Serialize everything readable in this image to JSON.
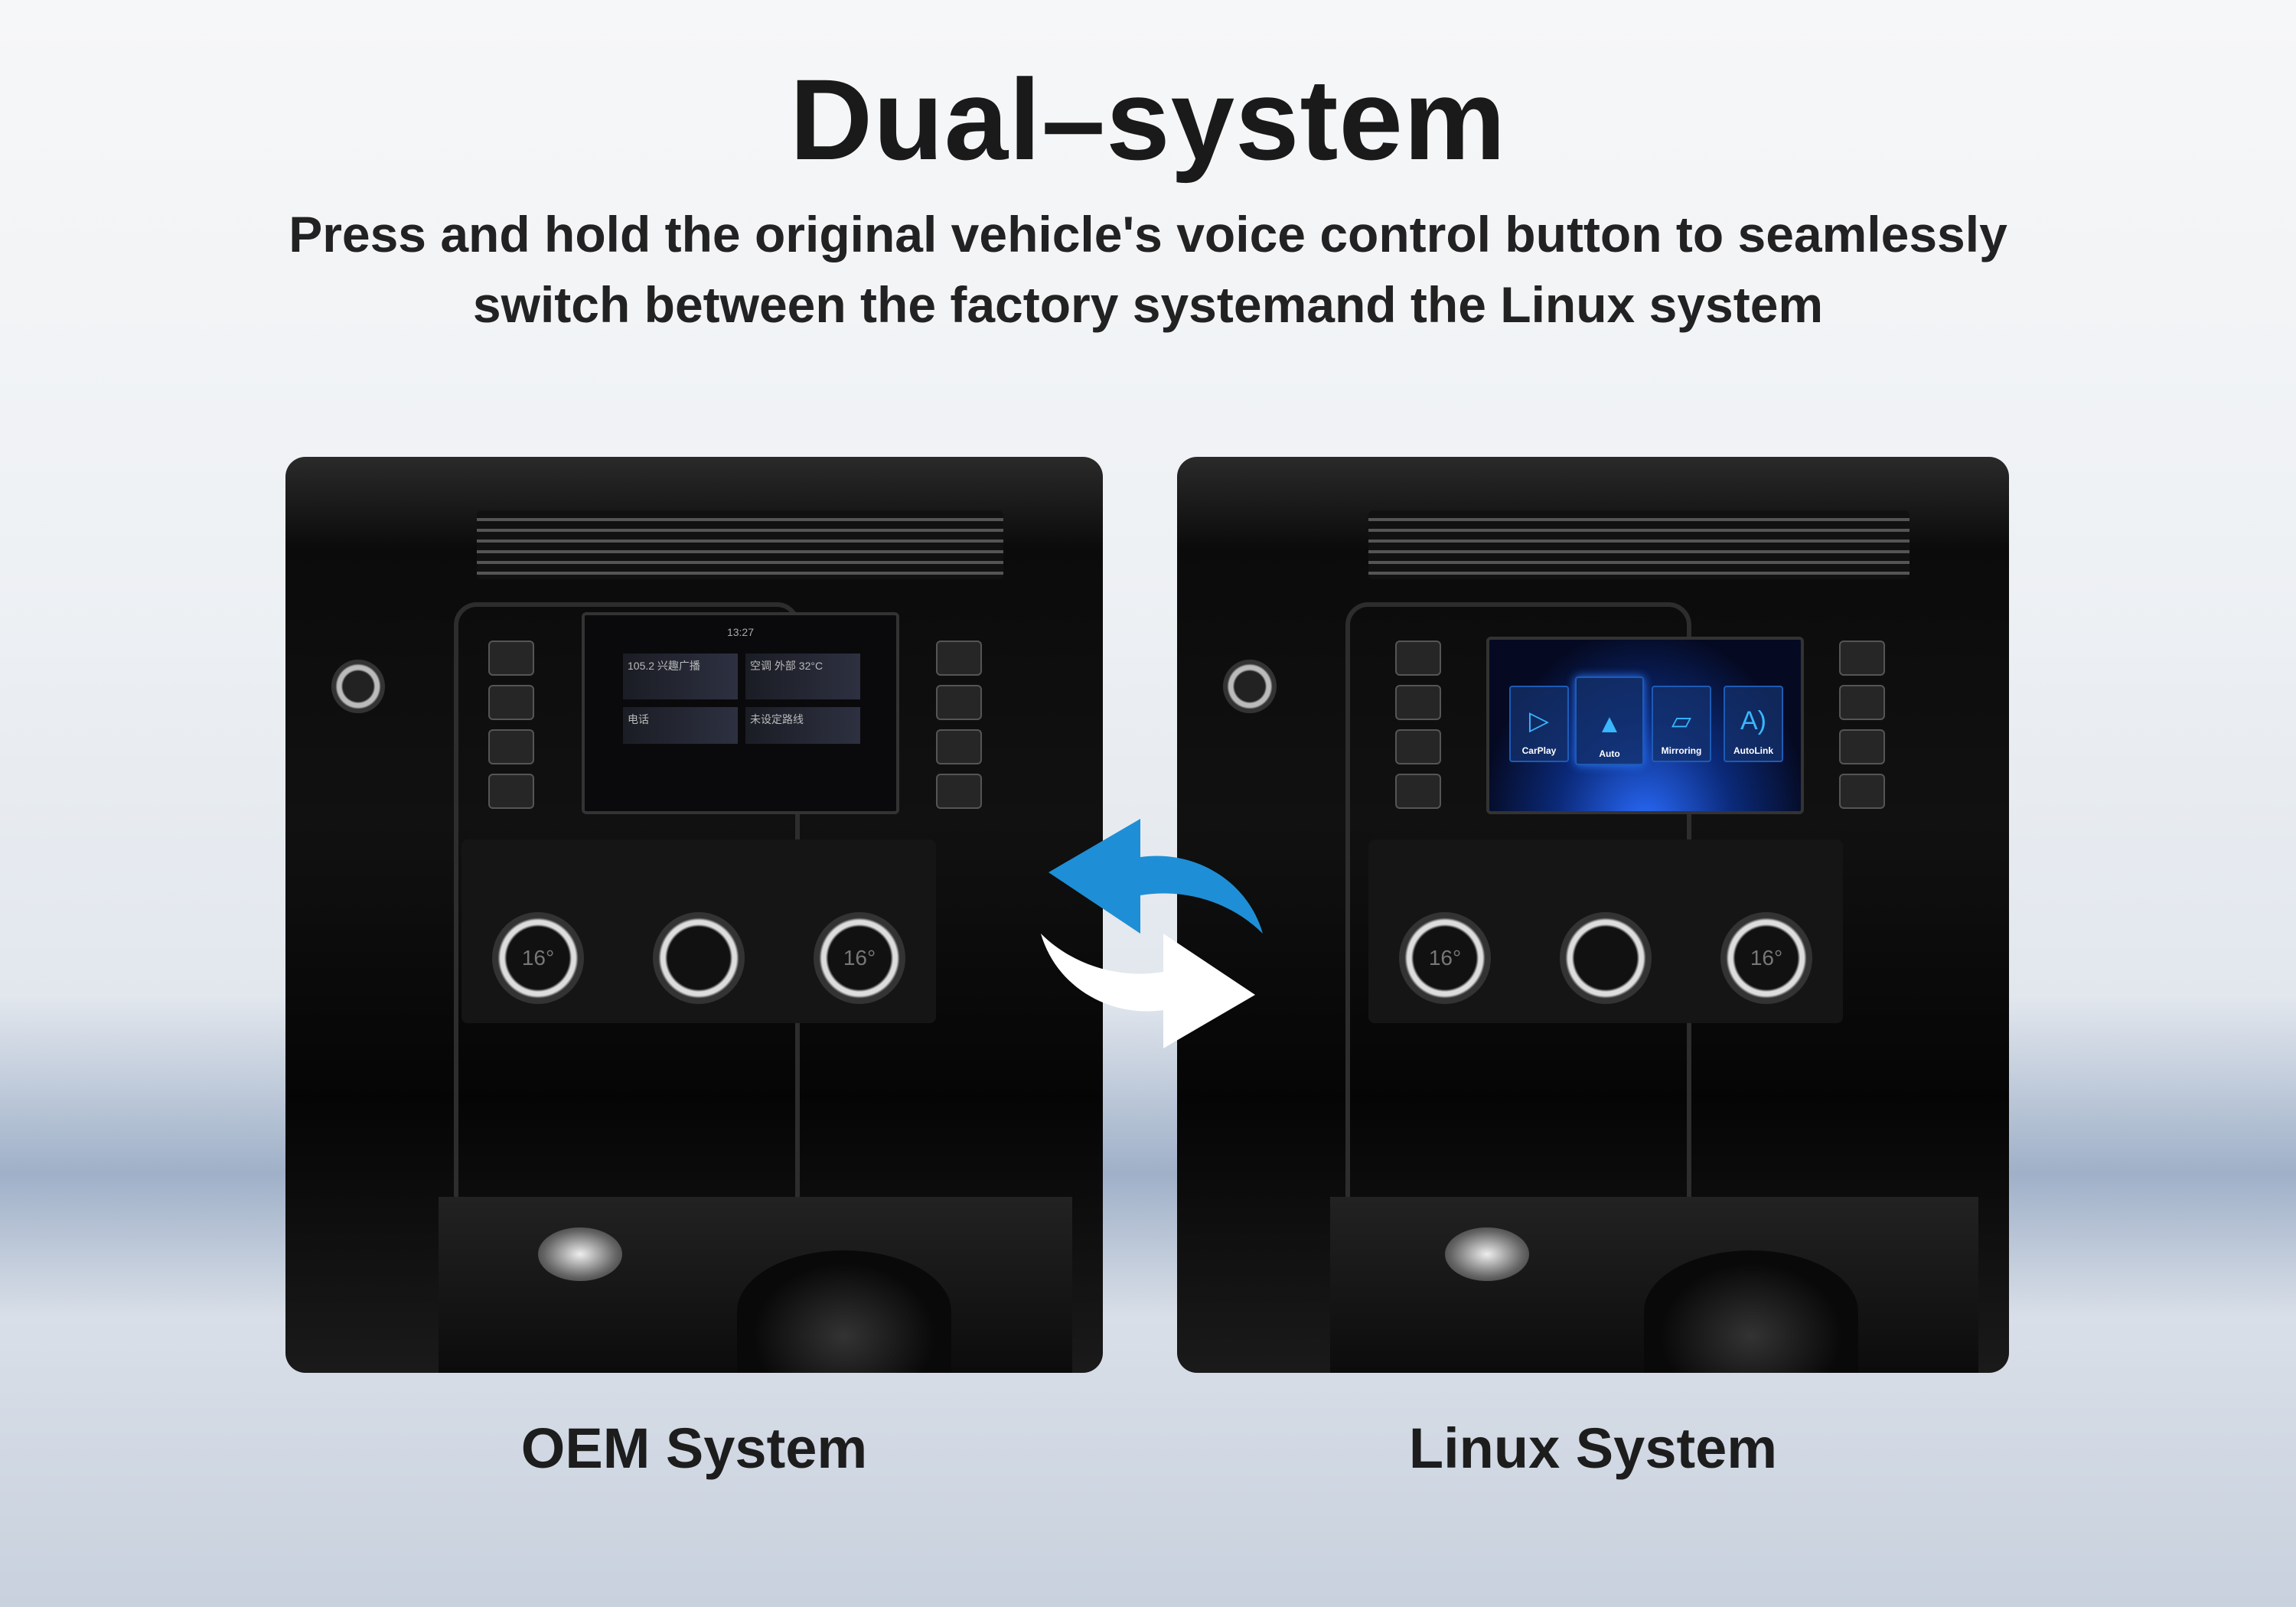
{
  "header": {
    "title": "Dual–system",
    "subtitle_line1": "Press and hold the original vehicle's voice control button to seamlessly",
    "subtitle_line2": "switch between the factory systemand the Linux system"
  },
  "panels": [
    {
      "caption": "OEM System",
      "screen": {
        "clock": "13:27",
        "radio": "105.2 兴趣广播",
        "climate": "空调 外部 32°C",
        "phone": "电话",
        "nav": "未设定路线"
      },
      "knob_temp": "16°"
    },
    {
      "caption": "Linux System",
      "apps": [
        {
          "label": "CarPlay",
          "icon": "carplay-icon"
        },
        {
          "label": "Auto",
          "icon": "android-auto-icon"
        },
        {
          "label": "Mirroring",
          "icon": "mirroring-icon"
        },
        {
          "label": "AutoLink",
          "icon": "autolink-icon"
        }
      ],
      "knob_temp": "16°"
    }
  ],
  "colors": {
    "arrow_blue": "#1e8fd6",
    "arrow_white": "#ffffff",
    "title": "#1a1a1a"
  }
}
